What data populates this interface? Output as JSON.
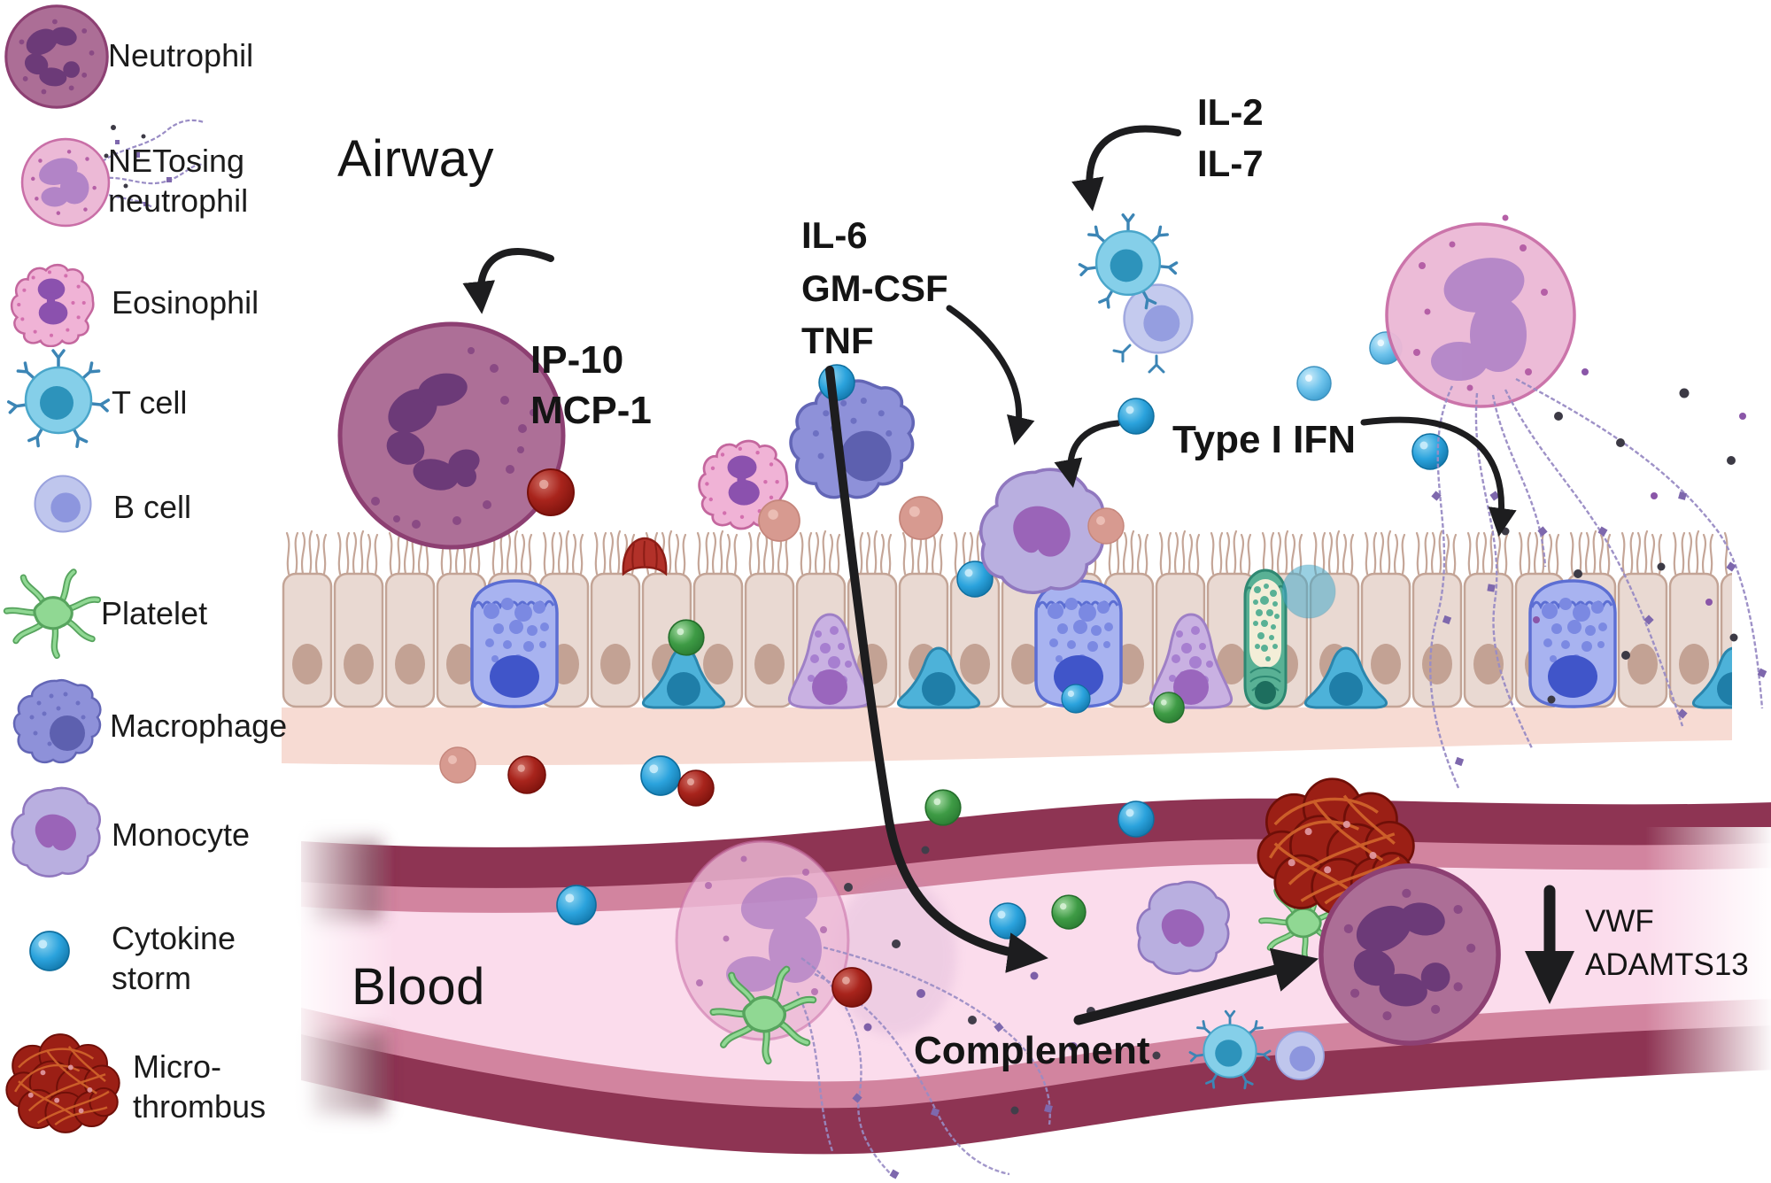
{
  "figure": {
    "region_labels": {
      "airway": "Airway",
      "blood": "Blood"
    },
    "annotations": {
      "ip10_mcp1": "IP-10\nMCP-1",
      "il6_gmcsf_tnf": "IL-6\nGM-CSF\nTNF",
      "il2_il7": "IL-2\nIL-7",
      "type1_ifn": "Type I IFN",
      "complement": "Complement",
      "vwf_adamts13": "VWF\nADAMTS13"
    },
    "legend": {
      "items": [
        {
          "icon": "neutrophil-icon",
          "label": "Neutrophil"
        },
        {
          "icon": "netosing-neutrophil-icon",
          "label": "NETosing\nneutrophil"
        },
        {
          "icon": "eosinophil-icon",
          "label": "Eosinophil"
        },
        {
          "icon": "t-cell-icon",
          "label": "T cell"
        },
        {
          "icon": "b-cell-icon",
          "label": "B cell"
        },
        {
          "icon": "platelet-icon",
          "label": "Platelet"
        },
        {
          "icon": "macrophage-icon",
          "label": "Macrophage"
        },
        {
          "icon": "monocyte-icon",
          "label": "Monocyte"
        },
        {
          "icon": "cytokine-storm-icon",
          "label": "Cytokine\nstorm"
        },
        {
          "icon": "micro-thrombus-icon",
          "label": "Micro-\nthrombus"
        }
      ]
    },
    "colors": {
      "cytokine_blue": "#2ba3dd",
      "neutrophil_mauve": "#ac6e96",
      "netosing_pink": "#ecb9d6",
      "eosinophil_pink": "#f0b3d6",
      "tcell_teal": "#85cfe9",
      "bcell_lavender": "#bfc6ed",
      "platelet_green": "#90d893",
      "macrophage_purple": "#8e91d9",
      "monocyte_lilac": "#b9afe0",
      "microthrombus_red": "#9b1f15",
      "vessel_wall_maroon": "#8e3453",
      "vessel_lumen_pink": "#fbdcec",
      "epithelium_tan": "#e9d9d2",
      "lamina_pink": "#f7dbd3",
      "arrow_black": "#1d1d1f"
    }
  }
}
